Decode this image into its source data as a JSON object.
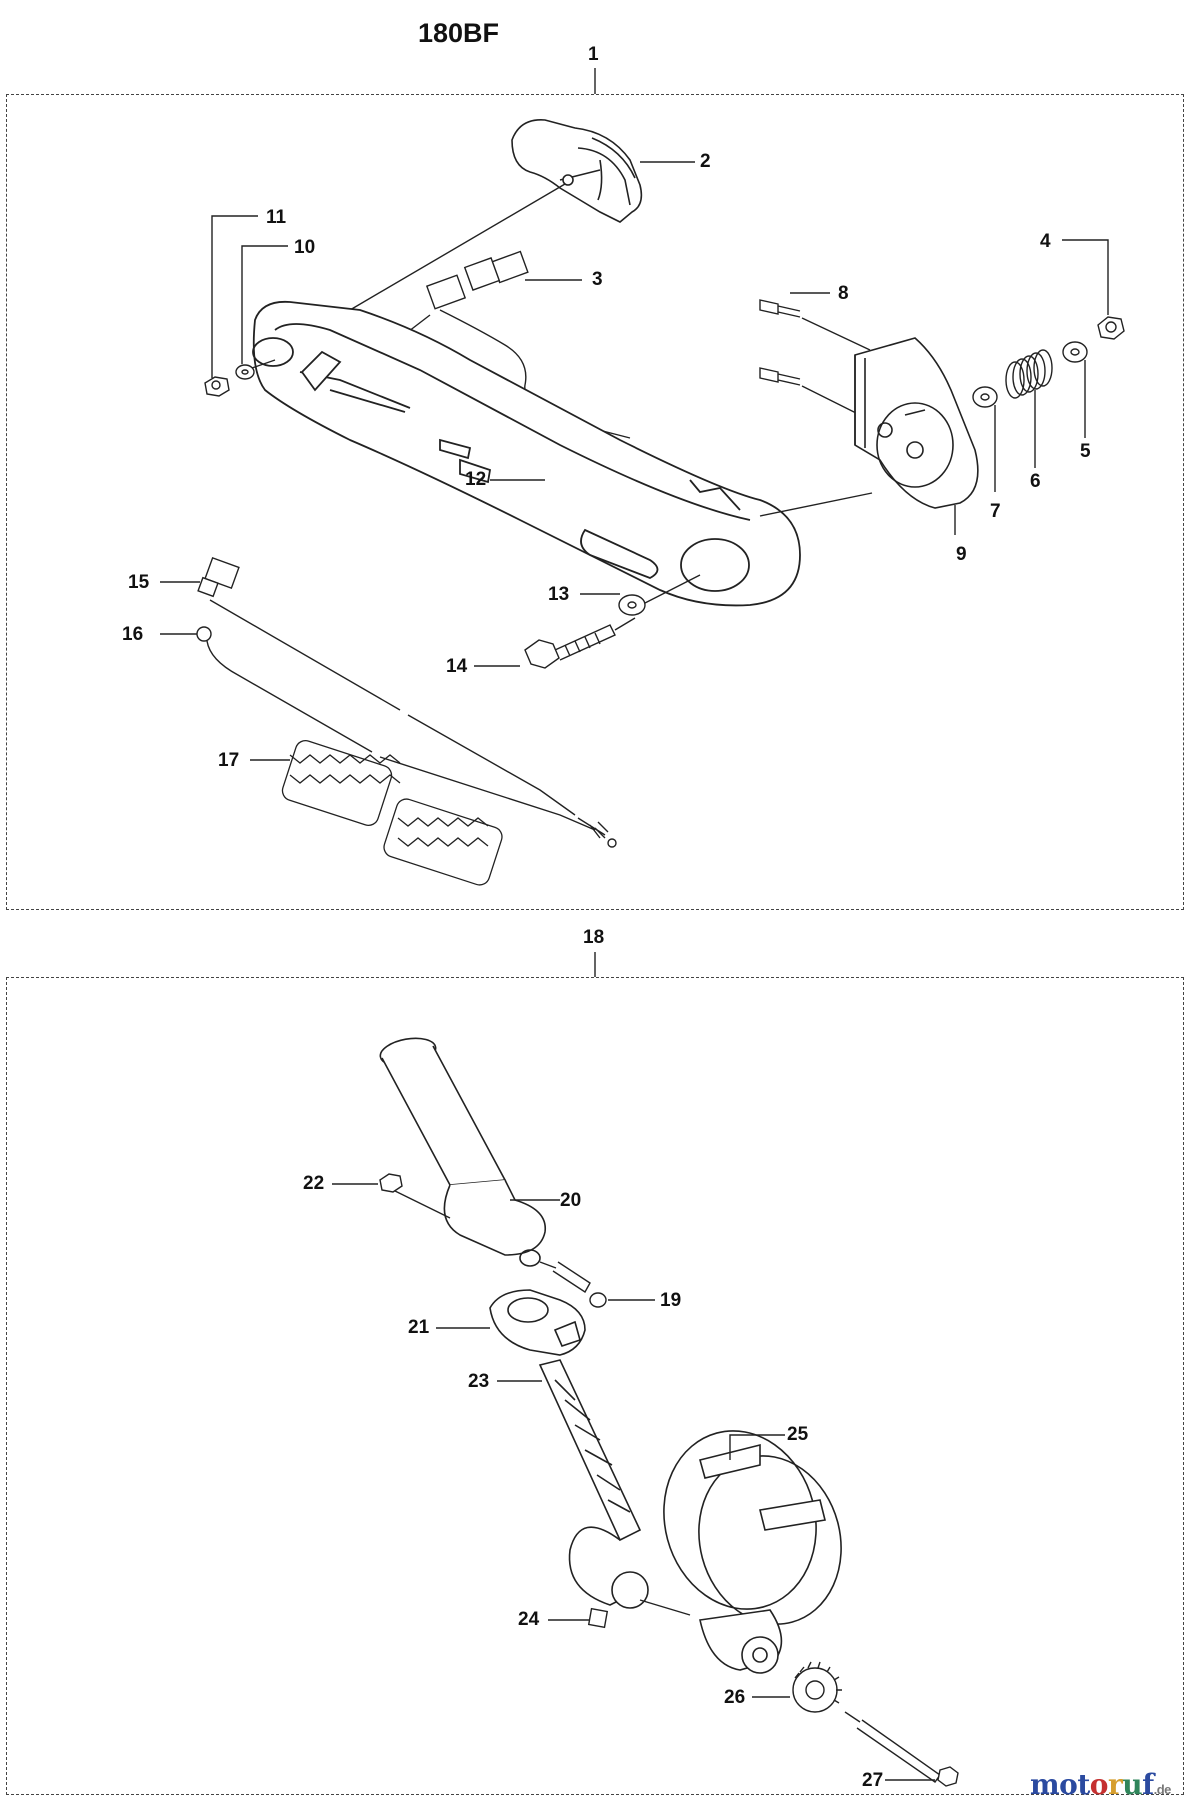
{
  "title": "180BF",
  "group_labels": {
    "top": "1",
    "bottom": "18"
  },
  "callouts": {
    "c2": "2",
    "c3": "3",
    "c4": "4",
    "c5": "5",
    "c6": "6",
    "c7": "7",
    "c8": "8",
    "c9": "9",
    "c10": "10",
    "c11": "11",
    "c12": "12",
    "c13": "13",
    "c14": "14",
    "c15": "15",
    "c16": "16",
    "c17": "17",
    "c19": "19",
    "c20": "20",
    "c21": "21",
    "c22": "22",
    "c23": "23",
    "c24": "24",
    "c25": "25",
    "c26": "26",
    "c27": "27"
  },
  "watermark": {
    "letters": [
      "m",
      "o",
      "t",
      "o",
      "r",
      "u",
      "f"
    ],
    "colors": [
      "#2b4aa0",
      "#2b4aa0",
      "#2b4aa0",
      "#c53030",
      "#d69e2e",
      "#2f855a",
      "#2b4aa0"
    ],
    "suffix": ".de"
  }
}
